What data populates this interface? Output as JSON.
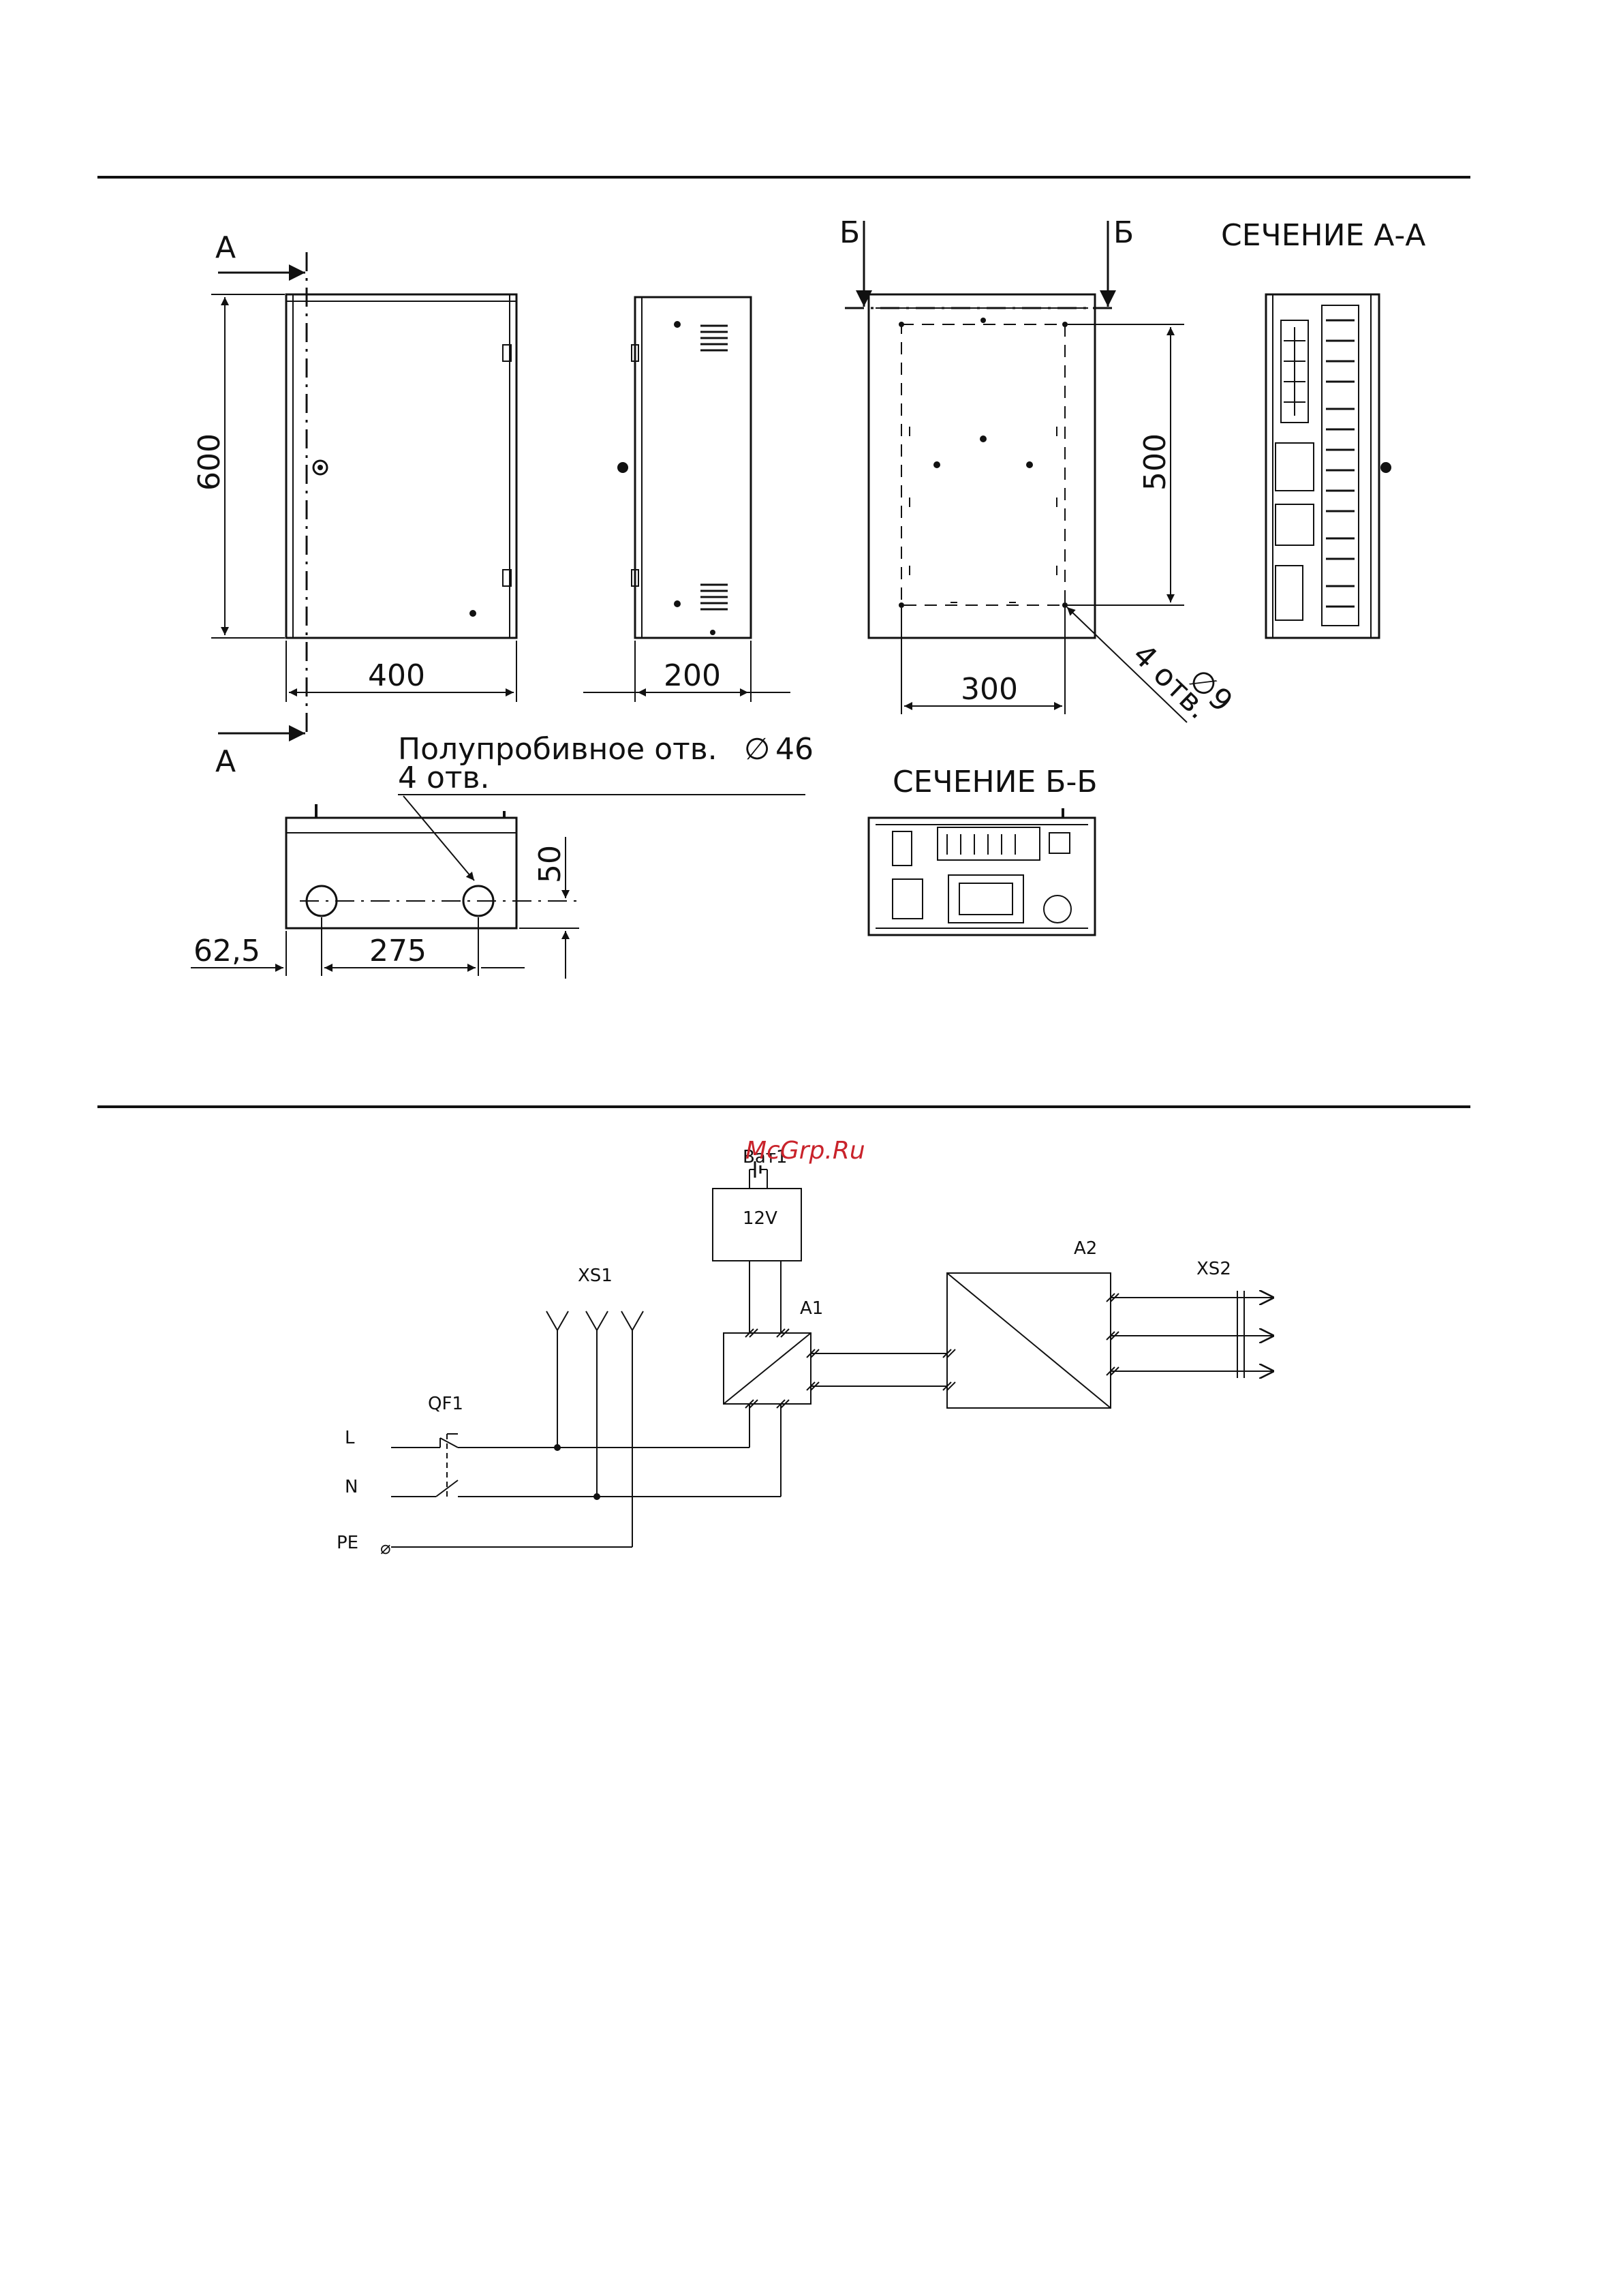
{
  "drawing": {
    "section_a": "A",
    "section_b": "Б",
    "section_aa_title": "СЕЧЕНИЕ А-А",
    "section_bb_title": "СЕЧЕНИЕ Б-Б",
    "dim_height": "600",
    "dim_width": "400",
    "dim_depth": "200",
    "dim_mount_height": "500",
    "dim_mount_width": "300",
    "dim_hole": "9",
    "dim_hole_count": "4 отв.",
    "knockout_label": "Полупробивное отв.",
    "knockout_diameter": "46",
    "knockout_count": "4 отв.",
    "dim_offset": "62,5",
    "dim_knockout_spacing": "275",
    "dim_knockout_height": "50",
    "diameter_symbol": "∅"
  },
  "schematic": {
    "battery": "Ват1",
    "battery_voltage": "12V",
    "socket_xs1": "XS1",
    "block_a1": "A1",
    "block_a2": "A2",
    "socket_xs2": "XS2",
    "breaker": "QF1",
    "line_l": "L",
    "line_n": "N",
    "line_pe": "PE",
    "pe_symbol": "⌀"
  },
  "watermark": "McGrp.Ru"
}
